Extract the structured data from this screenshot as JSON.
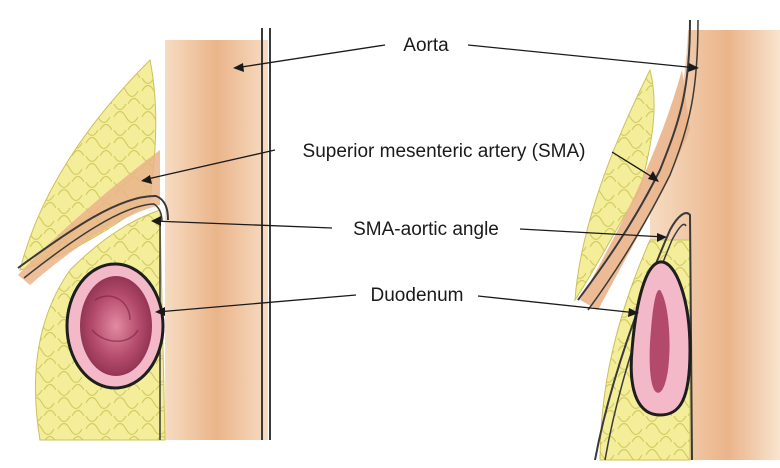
{
  "labels": {
    "aorta": "Aorta",
    "sma": "Superior mesenteric artery (SMA)",
    "angle": "SMA-aortic angle",
    "duodenum": "Duodenum"
  },
  "colors": {
    "vessel": "#f2c9a2",
    "vessel_dark": "#e9ae7d",
    "fat": "#f4ee9a",
    "fat_outline": "#c9c25a",
    "duodenum_outer": "#f3b9c8",
    "duodenum_inner": "#a84262",
    "outline": "#3a3a3a"
  }
}
